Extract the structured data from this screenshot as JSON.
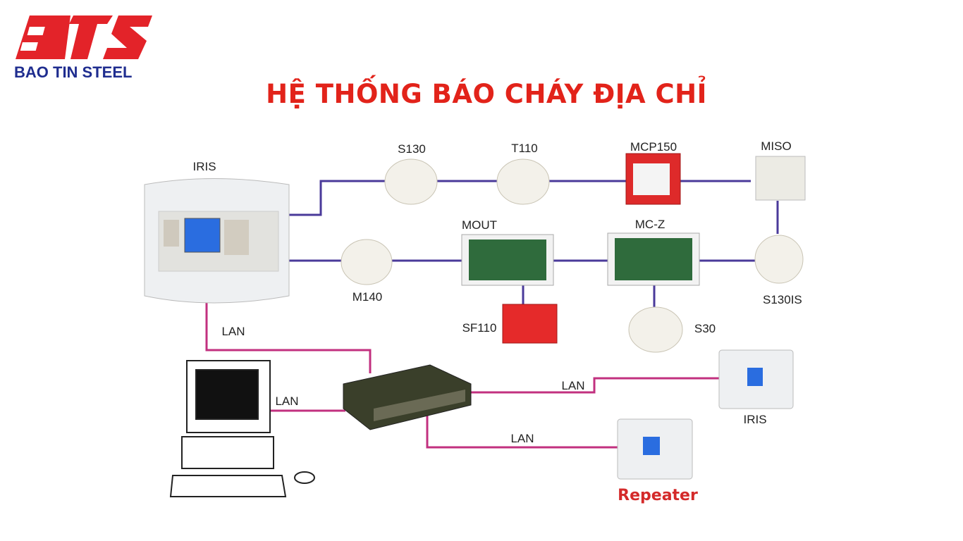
{
  "logo": {
    "mark": "BTS",
    "name": "BAO TIN STEEL"
  },
  "title": "HỆ THỐNG BÁO CHÁY ĐỊA CHỈ",
  "devices": {
    "iris_main": "IRIS",
    "s130": "S130",
    "t110": "T110",
    "mcp150": "MCP150",
    "miso": "MISO",
    "mout": "MOUT",
    "mcz": "MC-Z",
    "m140": "M140",
    "s130is": "S130IS",
    "sf110": "SF110",
    "s30": "S30",
    "iris_remote": "IRIS",
    "repeater": "Repeater"
  },
  "links": {
    "lan1": "LAN",
    "lan2": "LAN",
    "lan3": "LAN",
    "lan4": "LAN"
  },
  "colors": {
    "title": "#e2231a",
    "loop": "#4a3a9a",
    "lan": "#c2307f",
    "brand_blue": "#1f2d8f"
  }
}
